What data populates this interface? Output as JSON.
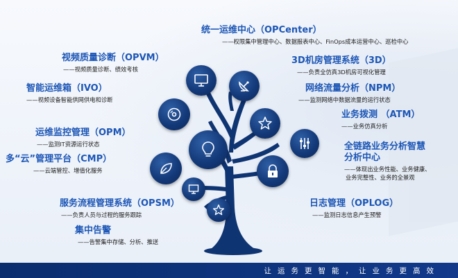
{
  "modules": [
    {
      "title": "统一运维中心（OPCenter）",
      "desc": "——权限集中管理中心、数据报表中心、FinOps成本运营中心、巡检中心"
    },
    {
      "title": "视频质量诊断（OPVM）",
      "desc": "——视频质量诊断、绩效考核"
    },
    {
      "title": "3D机房管理系统（3D）",
      "desc": "——负责全仿真3D机房可视化管理"
    },
    {
      "title": "智能运维箱（IVO）",
      "desc": "——视频设备智能供网供电和诊断"
    },
    {
      "title": "网络流量分析（NPM）",
      "desc": "——监测网络中数据流量的运行状态"
    },
    {
      "title": "业务拨测 （ATM）",
      "desc": "——业务仿真分析"
    },
    {
      "title": "运维监控管理（OPM）",
      "desc": "——监测IT资源运行状态"
    },
    {
      "title": "全链路业务分析智慧",
      "title2": "分析中心",
      "desc": "——体现出业务性能、业务健康、",
      "desc2": "业务完整性、业务的全景观"
    },
    {
      "title": "多“云”管理平台（CMP）",
      "desc": "——云端管控、增值化服务"
    },
    {
      "title": "服务流程管理系统（OPSM）",
      "desc": "——负责人员与过程的服务跟踪"
    },
    {
      "title": "日志管理（OPLOG）",
      "desc": "——监测日志信息产生预警"
    },
    {
      "title": "集中告警",
      "desc": "——告警集中存储、分析、推送"
    }
  ],
  "slogan": "让运务更智能，让业务更高效",
  "colors": {
    "title": "#1c56b6",
    "node": "#143a7a",
    "trunk": "#0f3472",
    "footer": "#0a2d6e"
  },
  "icons": [
    "monitor-icon",
    "satellite-dish-icon",
    "disc-icon",
    "star-icon",
    "lightbulb-icon",
    "sliders-icon",
    "leaf-icon",
    "lock-icon",
    "small-monitor-icon",
    "small-star-icon"
  ]
}
